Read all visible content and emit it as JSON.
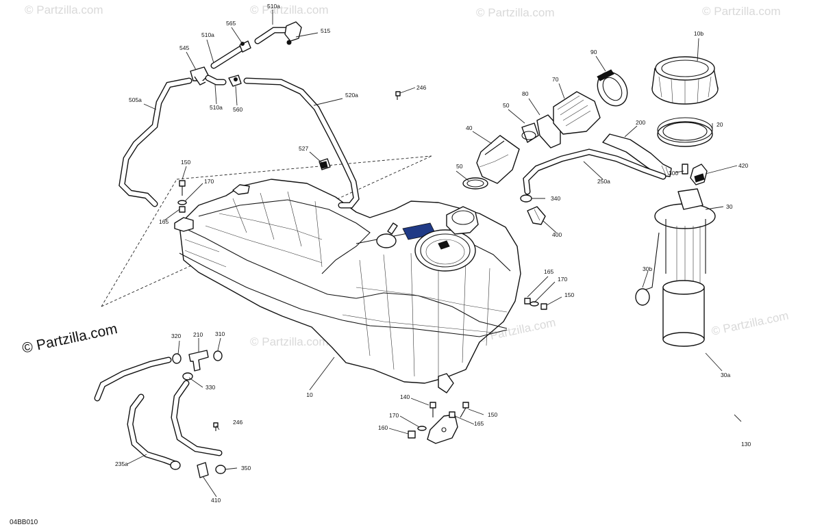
{
  "diagram": {
    "code": "04BB010",
    "brand": "© Partzilla.com",
    "watermark": "© Partzilla.com",
    "callouts": {
      "c10": "10",
      "c10b": "10b",
      "c20": "20",
      "c30": "30",
      "c30a": "30a",
      "c30b": "30b",
      "c40": "40",
      "c50a": "50",
      "c50b": "50",
      "c70": "70",
      "c80": "80",
      "c90": "90",
      "c130": "130",
      "c140": "140",
      "c150a": "150",
      "c150b": "150",
      "c150c": "150",
      "c160": "160",
      "c165a": "165",
      "c165b": "165",
      "c165c": "165",
      "c170a": "170",
      "c170b": "170",
      "c170c": "170",
      "c200": "200",
      "c210": "210",
      "c235a": "235a",
      "c246a": "246",
      "c246b": "246",
      "c250a": "250a",
      "c300": "300",
      "c310": "310",
      "c320": "320",
      "c330": "330",
      "c340": "340",
      "c350": "350",
      "c400": "400",
      "c410": "410",
      "c420": "420",
      "c505a": "505a",
      "c510a1": "510a",
      "c510a2": "510a",
      "c510a3": "510a",
      "c515": "515",
      "c520a": "520a",
      "c527": "527",
      "c545": "545",
      "c560": "560",
      "c565": "565"
    }
  }
}
